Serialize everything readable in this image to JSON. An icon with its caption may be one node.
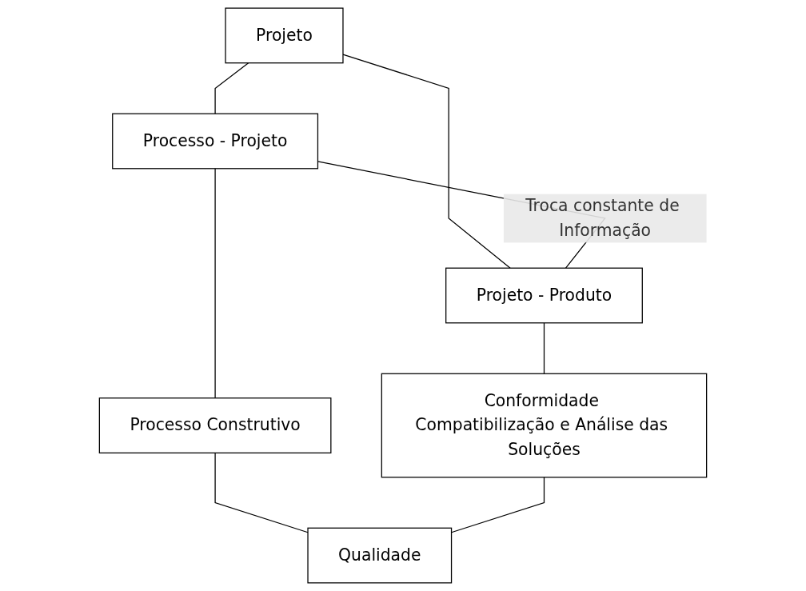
{
  "diagram": {
    "nodes": [
      {
        "text": [
          "Projeto"
        ]
      },
      {
        "text": [
          "Processo - Projeto"
        ]
      },
      {
        "text": [
          "Projeto - Produto"
        ]
      },
      {
        "text": [
          "Processo Construtivo"
        ]
      },
      {
        "text": [
          "Conformidade Compatibilização e Análise das Soluções"
        ]
      },
      {
        "text": [
          "Qualidade"
        ]
      }
    ],
    "edges": [
      {
        "from": 0,
        "to": 1,
        "arrow": "none"
      },
      {
        "from": 0,
        "to": 2,
        "arrow": "none"
      },
      {
        "from": 1,
        "to": 2,
        "arrow": "none",
        "label": "Troca constante de Informação"
      },
      {
        "from": 1,
        "to": 3,
        "arrow": "none"
      },
      {
        "from": 2,
        "to": 4,
        "arrow": "none"
      },
      {
        "from": 3,
        "to": 5,
        "arrow": "none"
      },
      {
        "from": 4,
        "to": 5,
        "arrow": "none"
      }
    ]
  }
}
